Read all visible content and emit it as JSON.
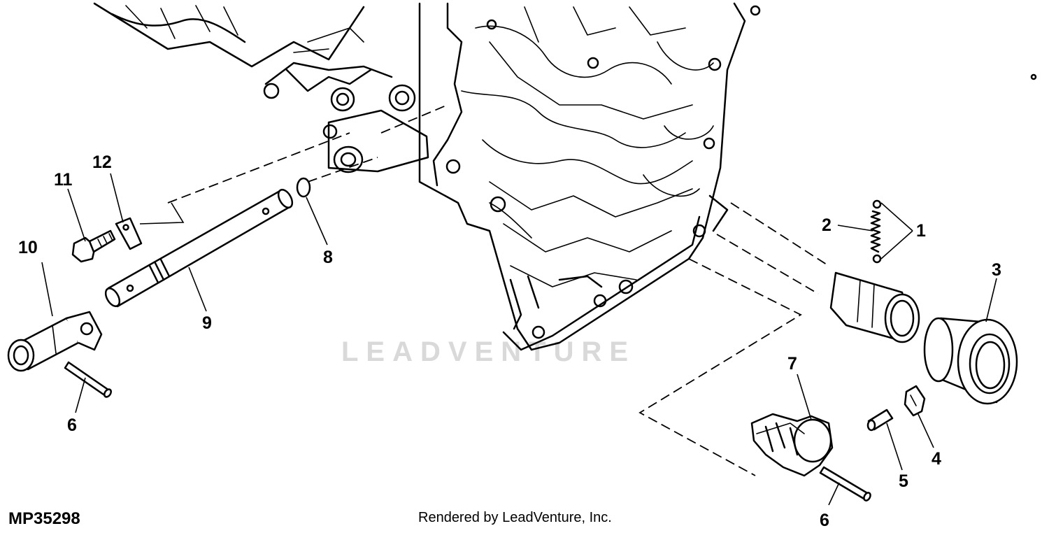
{
  "diagram": {
    "id_label": "MP35298",
    "credit": "Rendered by LeadVenture, Inc.",
    "watermark": "LEADVENTURE",
    "callouts": [
      "1",
      "2",
      "3",
      "4",
      "5",
      "6",
      "6",
      "7",
      "8",
      "9",
      "10",
      "11",
      "12"
    ]
  },
  "colors": {
    "ink": "#000000",
    "watermark": "#d9d9d9",
    "background": "#ffffff"
  }
}
